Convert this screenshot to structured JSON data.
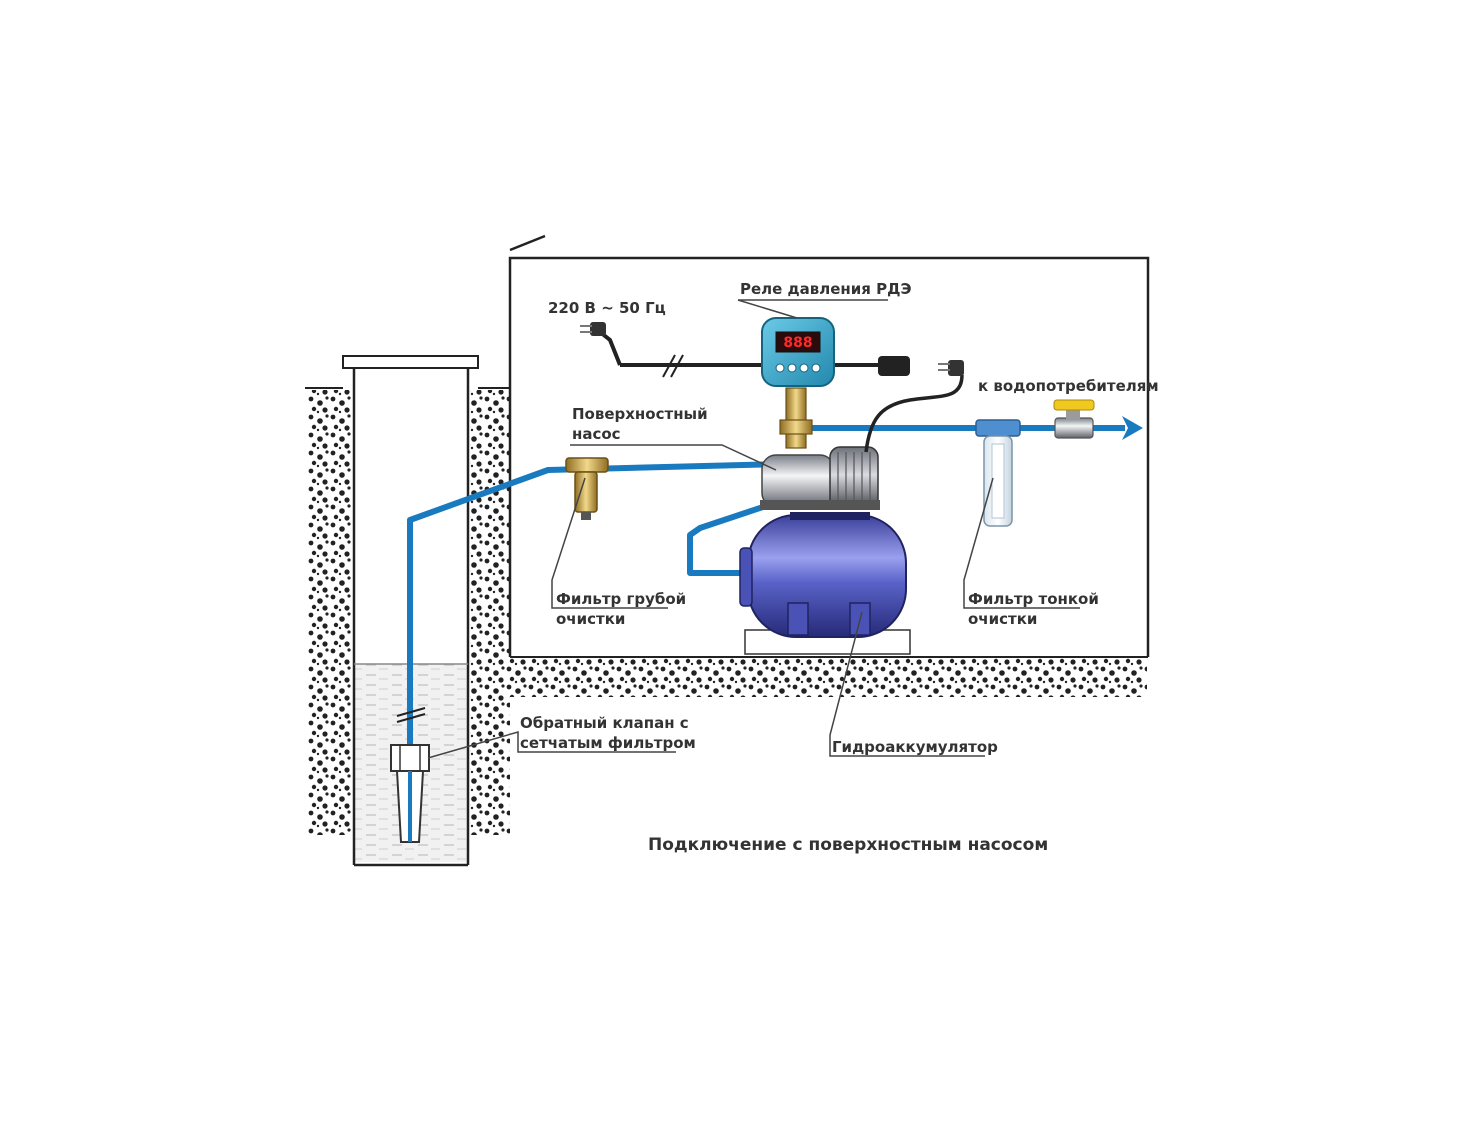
{
  "labels": {
    "power": "220 В ~ 50 Гц",
    "relay": "Реле давления РДЭ",
    "pump_line1": "Поверхностный",
    "pump_line2": "насос",
    "consumers": "к водопотребителям",
    "coarse_line1": "Фильтр грубой",
    "coarse_line2": "очистки",
    "fine_line1": "Фильтр тонкой",
    "fine_line2": "очистки",
    "check_line1": "Обратный клапан с",
    "check_line2": "сетчатым фильтром",
    "accumulator": "Гидроаккумулятор",
    "caption": "Подключение с поверхностным насосом",
    "relay_display": "888"
  },
  "colors": {
    "pipe": "#1a7abf",
    "tank": "#5a63c9",
    "relay_body": "#35a7c9",
    "brass": "#c9a34a",
    "ground": "#222222"
  }
}
